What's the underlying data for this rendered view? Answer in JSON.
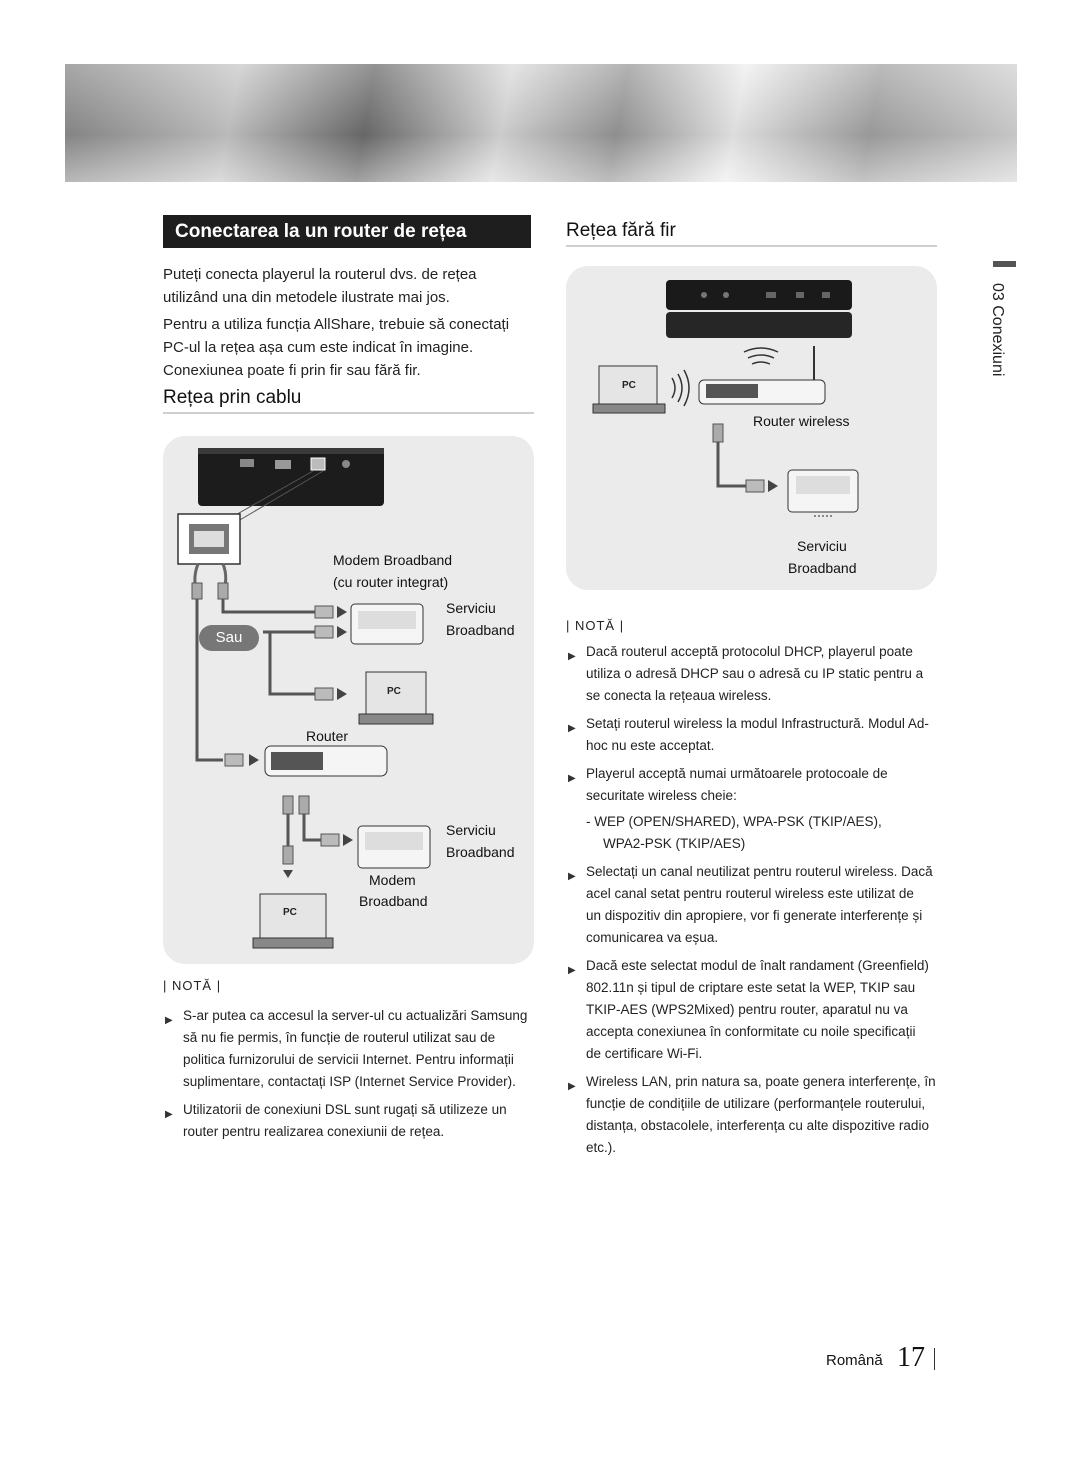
{
  "header": {
    "section_title": "Conectarea la un router de rețea"
  },
  "intro": {
    "paragraph1_line1": "Puteți conecta playerul la routerul dvs. de rețea",
    "paragraph1_line2": "utilizând una din metodele ilustrate mai jos.",
    "paragraph2_line1": "Pentru a utiliza funcția AllShare, trebuie să conectați",
    "paragraph2_line2": "PC-ul la rețea așa cum este indicat în imagine.",
    "paragraph2_line3": "Conexiunea poate fi prin fir sau fără fir."
  },
  "wired": {
    "heading": "Rețea prin cablu",
    "labels": {
      "modem_router_1": "Modem Broadband",
      "modem_router_2": "(cu router integrat)",
      "service1_1": "Serviciu",
      "service1_2": "Broadband",
      "or": "Sau",
      "pc": "PC",
      "router": "Router",
      "service2_1": "Serviciu",
      "service2_2": "Broadband",
      "modem_1": "Modem",
      "modem_2": "Broadband",
      "pc2": "PC"
    },
    "note_title": "| NOTĂ |",
    "notes": [
      [
        "S-ar putea ca accesul la server-ul cu actualizări Samsung",
        "să nu fie permis, în funcție de routerul utilizat sau de",
        "politica furnizorului de servicii Internet. Pentru informații",
        "suplimentare, contactați ISP (Internet Service Provider)."
      ],
      [
        "Utilizatorii de conexiuni DSL sunt rugați să utilizeze un",
        "router pentru realizarea conexiunii de rețea."
      ]
    ]
  },
  "wireless": {
    "heading": "Rețea fără fir",
    "labels": {
      "pc": "PC",
      "router_wireless": "Router wireless",
      "service_1": "Serviciu",
      "service_2": "Broadband"
    },
    "note_title": "| NOTĂ |",
    "notes": [
      [
        "Dacă routerul acceptă protocolul DHCP, playerul poate",
        "utiliza o adresă DHCP sau o adresă cu IP static pentru a",
        "se conecta la rețeaua wireless."
      ],
      [
        "Setați routerul wireless la modul Infrastructură. Modul Ad-",
        "hoc nu este acceptat."
      ],
      [
        "Playerul acceptă numai următoarele protocoale de",
        "securitate wireless cheie:"
      ],
      [
        "Selectați un canal neutilizat pentru routerul wireless. Dacă",
        "acel canal setat pentru routerul wireless este utilizat de",
        "un dispozitiv din apropiere, vor fi generate interferențe și",
        "comunicarea va eșua."
      ],
      [
        "Dacă este selectat modul de înalt randament (Greenfield)",
        "802.11n și tipul de criptare este setat la WEP, TKIP sau",
        "TKIP-AES (WPS2Mixed) pentru router, aparatul nu va",
        "accepta conexiunea în conformitate cu noile specificații",
        "de certificare Wi-Fi."
      ],
      [
        "Wireless LAN, prin natura sa, poate genera interferențe, în",
        "funcție de condițiile de utilizare (performanțele routerului,",
        "distanța, obstacolele, interferența cu alte dispozitive radio",
        "etc.)."
      ]
    ],
    "sub_item_1": "-   WEP (OPEN/SHARED), WPA-PSK (TKIP/AES),",
    "sub_item_2": "WPA2-PSK (TKIP/AES)"
  },
  "sidebar": {
    "chapter": "03  Conexiuni"
  },
  "footer": {
    "language": "Română",
    "page_number": "17"
  }
}
